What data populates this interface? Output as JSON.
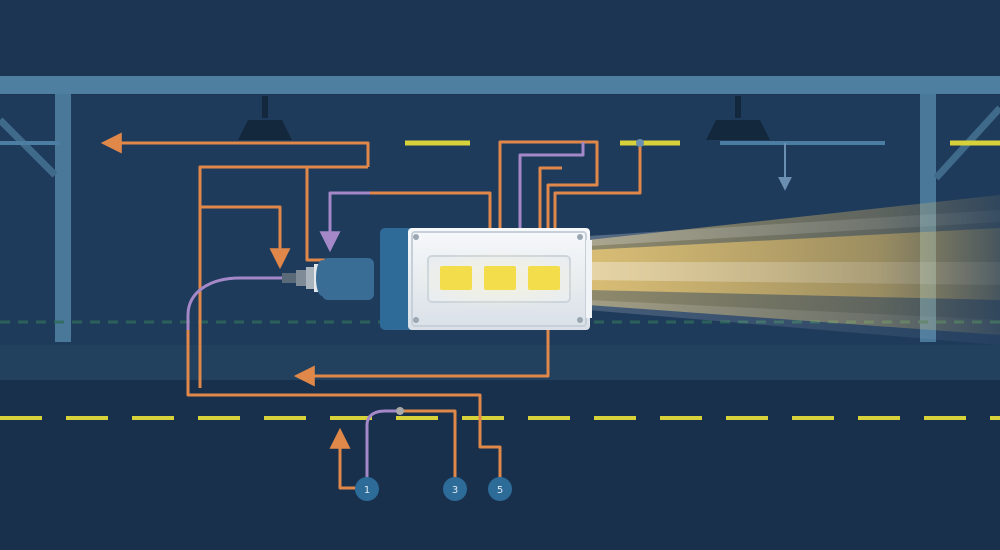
{
  "colors": {
    "background": "#1c3553",
    "background_band": "#1f3b5c",
    "floor": "#18304c",
    "beam": "#4e7ea0",
    "wire_orange": "#e0874a",
    "wire_purple": "#a488c8",
    "dash_yellow": "#d8d23a",
    "lamp_body": "#eef2f5",
    "lamp_cell": "#f4dd4a",
    "light_beam": "#f2c765",
    "node_fill": "#2d6b98"
  },
  "icons": {
    "lamp": "led-floodlight-icon",
    "connector": "cable-connector-icon",
    "ceiling_fixture": "ceiling-lamp-icon"
  },
  "lamp": {
    "cells": 3
  },
  "nodes": [
    {
      "label": "1"
    },
    {
      "label": "3"
    },
    {
      "label": "5"
    }
  ]
}
